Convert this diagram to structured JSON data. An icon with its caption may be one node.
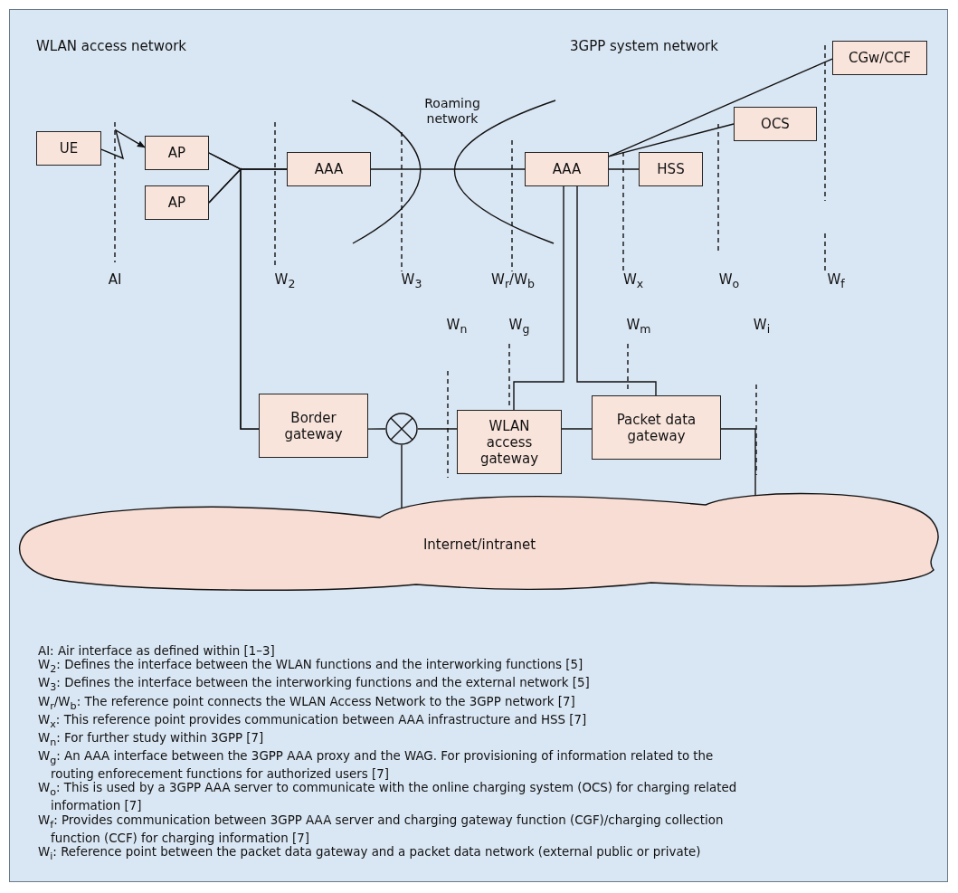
{
  "diagram": {
    "nodes": [
      {
        "text": [
          "UE"
        ]
      },
      {
        "text": [
          "AP"
        ]
      },
      {
        "text": [
          "AP"
        ]
      },
      {
        "text": [
          "AAA"
        ]
      },
      {
        "text": [
          "AAA"
        ]
      },
      {
        "text": [
          "HSS"
        ]
      },
      {
        "text": [
          "OCS"
        ]
      },
      {
        "text": [
          "CGw/CCF"
        ]
      },
      {
        "text": [
          "Border gateway"
        ]
      },
      {
        "text": [],
        "shape": "circle"
      },
      {
        "text": [
          "WLAN access gateway"
        ]
      },
      {
        "text": [
          "Packet data gateway"
        ]
      },
      {
        "text": [
          "Internet/intranet"
        ]
      }
    ],
    "edges": [
      {
        "from": 0,
        "to": 1,
        "arrow": "to"
      },
      {
        "from": 1,
        "to": 3,
        "arrow": "none"
      },
      {
        "from": 2,
        "to": 3,
        "arrow": "none"
      },
      {
        "from": 1,
        "to": 8,
        "arrow": "none"
      },
      {
        "from": 2,
        "to": 8,
        "arrow": "none"
      },
      {
        "from": 3,
        "to": 4,
        "arrow": "none"
      },
      {
        "from": 4,
        "to": 5,
        "arrow": "none"
      },
      {
        "from": 4,
        "to": 6,
        "arrow": "none"
      },
      {
        "from": 4,
        "to": 7,
        "arrow": "none"
      },
      {
        "from": 4,
        "to": 10,
        "arrow": "none"
      },
      {
        "from": 4,
        "to": 11,
        "arrow": "none"
      },
      {
        "from": 8,
        "to": 9,
        "arrow": "none"
      },
      {
        "from": 9,
        "to": 10,
        "arrow": "none"
      },
      {
        "from": 10,
        "to": 11,
        "arrow": "none"
      },
      {
        "from": 9,
        "to": 12,
        "arrow": "other"
      },
      {
        "from": 11,
        "to": 12,
        "arrow": "other"
      }
    ],
    "labels": [
      "WLAN access network",
      "Roaming network",
      "3GPP system network",
      "AI",
      "W$_{2}$",
      "W$_{3}$",
      "W$_{r}$/W$_{b}$",
      "W$_{x}$",
      "W$_{o}$",
      "W$_{f}$",
      "W$_{n}$",
      "W$_{g}$",
      "W$_{m}$",
      "W$_{i}$",
      "AI: Air interface as defined within [1–3]",
      "W$_{2}$: Defines the interface between the WLAN functions and the interworking functions [5]",
      "W$_{3}$: Defines the interface between the interworking functions and the external network [5]",
      "W$_{r}$/W$_{b}$: The reference point connects the WLAN Access Network to the 3GPP network [7]",
      "W$_{x}$: This reference point provides communication between AAA infrastructure and HSS [7]",
      "W$_{n}$: For further study within 3GPP [7]",
      "W$_{g}$: An AAA interface between the 3GPP AAA proxy and the WAG. For provisioning of information related to the routing enforecement functions for authorized users [7]",
      "W$_{o}$: This is used by a 3GPP AAA server to communicate with the online charging system (OCS) for charging related information [7]",
      "W$_{f}$: Provides communication between 3GPP AAA server and charging gateway function (CGF)/charging collection function (CCF) for charging information [7]",
      "W$_{i}$: Reference point between the packet data gateway and a packet data network (external public or private)"
    ]
  }
}
